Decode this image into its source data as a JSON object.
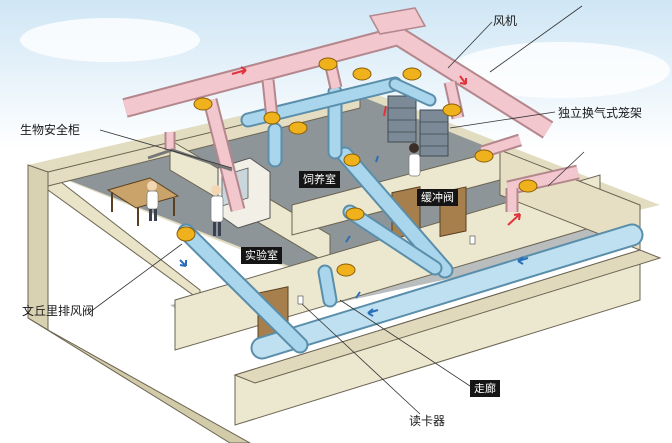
{
  "labels": {
    "fan": "风机",
    "isolator_rack": "独立换气式笼架",
    "biosafety_cabinet": "生物安全柜",
    "animal_room": "饲养室",
    "buffer_valve": "缓冲阀",
    "laboratory": "实验室",
    "venturi_valve": "文丘里排风阀",
    "corridor": "走廊",
    "card_reader": "读卡器"
  },
  "colors": {
    "exhaust_duct": "#f2c7cd",
    "supply_duct": "#a9d6ec",
    "valve": "#f0b21c",
    "wall": "#ece7cf",
    "floor": "#8e9598"
  }
}
